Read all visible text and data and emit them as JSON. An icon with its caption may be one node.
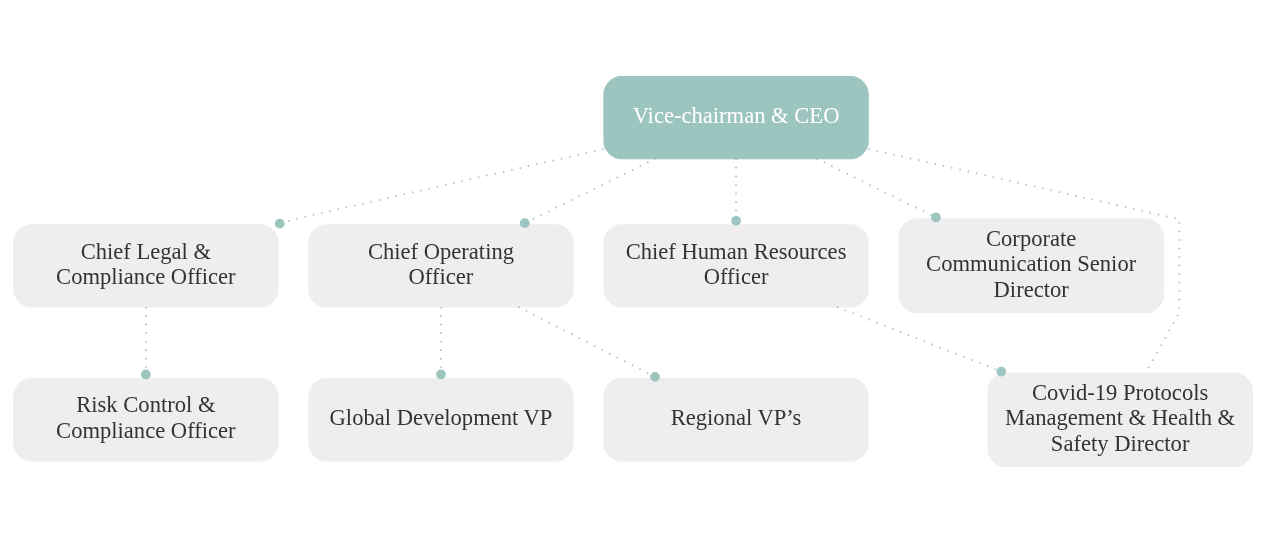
{
  "diagram": {
    "nodes": [
      {
        "text": [
          "Vice-chairman & CEO"
        ]
      },
      {
        "text": [
          "Chief Human Resources Officer"
        ]
      },
      {
        "text": [
          "Chief Legal & Compliance Officer"
        ]
      },
      {
        "text": [
          "Chief Operating Officer"
        ]
      },
      {
        "text": [
          "Corporate Communication Senior Director"
        ]
      },
      {
        "text": [
          "Covid-19 Protocols Management & Health & Safety Director"
        ]
      },
      {
        "text": [
          "Risk Control & Compliance Officer"
        ]
      },
      {
        "text": [
          "Global Development VP"
        ]
      },
      {
        "text": [
          "Regional VP’s"
        ]
      }
    ],
    "edges": [
      {
        "from": 0,
        "to": 4,
        "arrow": "other"
      },
      {
        "from": 0,
        "to": 5,
        "arrow": "none"
      },
      {
        "from": 0,
        "to": 1,
        "arrow": "other"
      },
      {
        "from": 0,
        "to": 2,
        "arrow": "other"
      },
      {
        "from": 0,
        "to": 3,
        "arrow": "other"
      },
      {
        "from": 1,
        "to": 5,
        "arrow": "other"
      },
      {
        "from": 2,
        "to": 6,
        "arrow": "other"
      },
      {
        "from": 3,
        "to": 7,
        "arrow": "other"
      },
      {
        "from": 3,
        "to": 8,
        "arrow": "other"
      }
    ]
  }
}
